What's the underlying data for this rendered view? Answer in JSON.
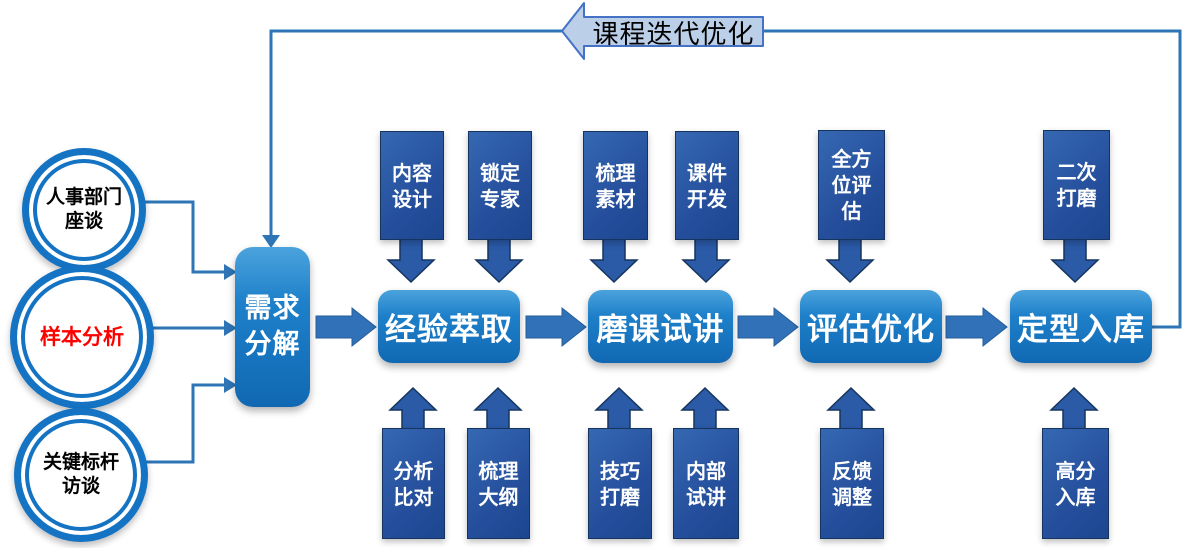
{
  "diagram": {
    "feedback_label": "课程迭代优化",
    "sources": [
      {
        "line1": "人事部门",
        "line2": "座谈",
        "text_color": "#000000"
      },
      {
        "line1": "样本分析",
        "line2": "",
        "text_color": "#FF0000"
      },
      {
        "line1": "关键标杆",
        "line2": "访谈",
        "text_color": "#000000"
      }
    ],
    "intake": {
      "line1": "需求",
      "line2": "分解"
    },
    "stages": [
      {
        "label": "经验萃取"
      },
      {
        "label": "磨课试讲"
      },
      {
        "label": "评估优化"
      },
      {
        "label": "定型入库"
      }
    ],
    "top_boxes": [
      {
        "line1": "内容",
        "line2": "设计"
      },
      {
        "line1": "锁定",
        "line2": "专家"
      },
      {
        "line1": "梳理",
        "line2": "素材"
      },
      {
        "line1": "课件",
        "line2": "开发"
      },
      {
        "line1": "全方",
        "line2": "位评",
        "line3": "估"
      },
      {
        "line1": "二次",
        "line2": "打磨"
      }
    ],
    "bottom_boxes": [
      {
        "line1": "分析",
        "line2": "比对"
      },
      {
        "line1": "梳理",
        "line2": "大纲"
      },
      {
        "line1": "技巧",
        "line2": "打磨"
      },
      {
        "line1": "内部",
        "line2": "试讲"
      },
      {
        "line1": "反馈",
        "line2": "调整"
      },
      {
        "line1": "高分",
        "line2": "入库"
      }
    ],
    "colors": {
      "stage_box_blue": "#1E80CA",
      "substep_box_blue": "#2B5AA7",
      "connector_blue": "#2E75B6",
      "ring_blue": "#1473C2",
      "feedback_arrow_fill": "#BCCFE8",
      "feedback_arrow_border": "#4472C4",
      "sample_text_red": "#FF0000"
    }
  }
}
